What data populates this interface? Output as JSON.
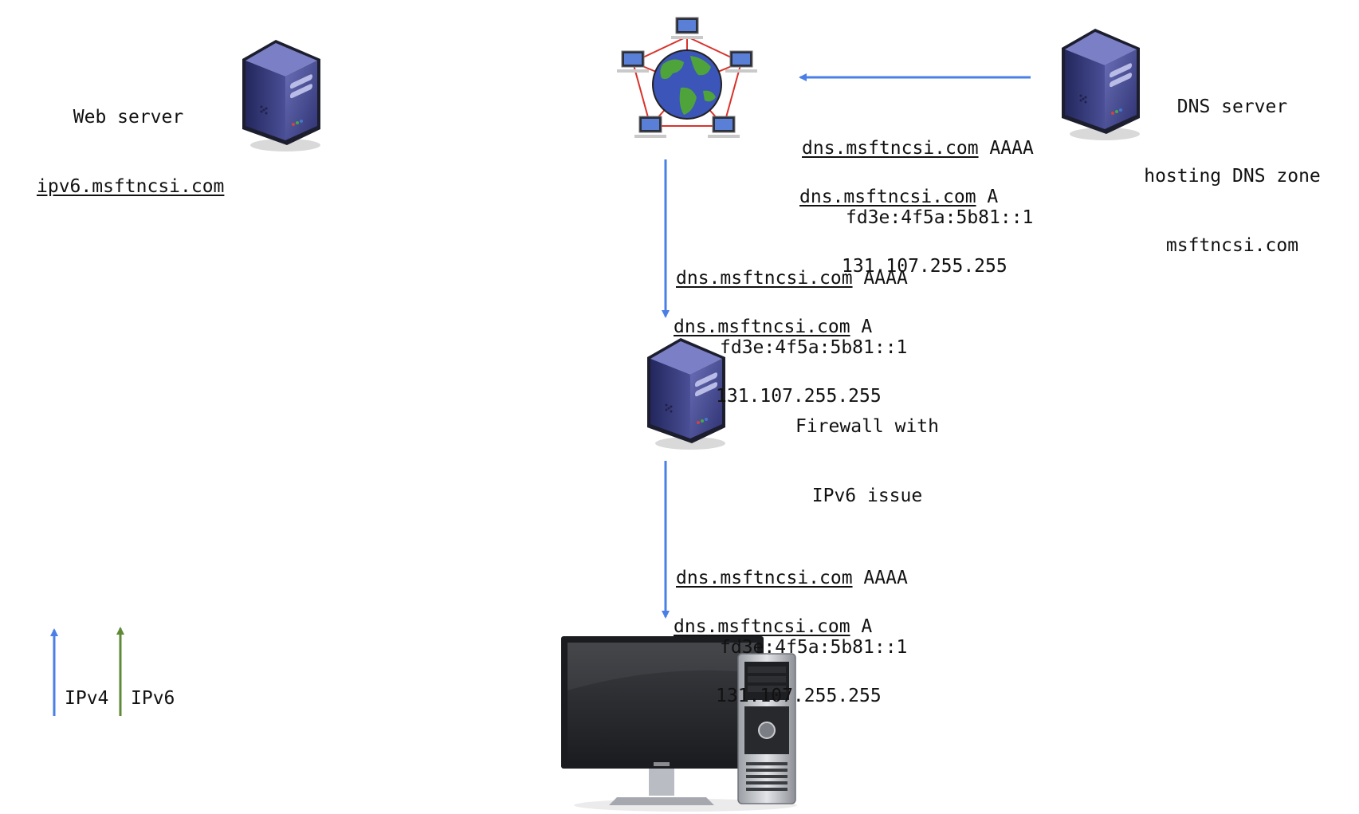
{
  "web_server": {
    "label": "Web server",
    "host": "ipv6.msftncsi.com"
  },
  "dns_server": {
    "line1": "DNS server",
    "line2": "hosting DNS zone",
    "line3": "msftncsi.com"
  },
  "firewall": {
    "line1": "Firewall with",
    "line2": "IPv6 issue"
  },
  "responses": {
    "name": "dns.msftncsi.com",
    "aaaa_type": "AAAA",
    "aaaa_value": "fd3e:4f5a:5b81::1",
    "a_type": "A",
    "a_value": "131.107.255.255"
  },
  "legend": {
    "ipv4": "IPv4",
    "ipv6": "IPv6"
  },
  "colors": {
    "ipv4": "#4a7fe6",
    "ipv6": "#5f8a38",
    "network_link": "#d9322b"
  },
  "icons": {
    "server": "server-tower-icon",
    "internet": "internet-globe-network-icon",
    "client": "desktop-computer-icon"
  }
}
